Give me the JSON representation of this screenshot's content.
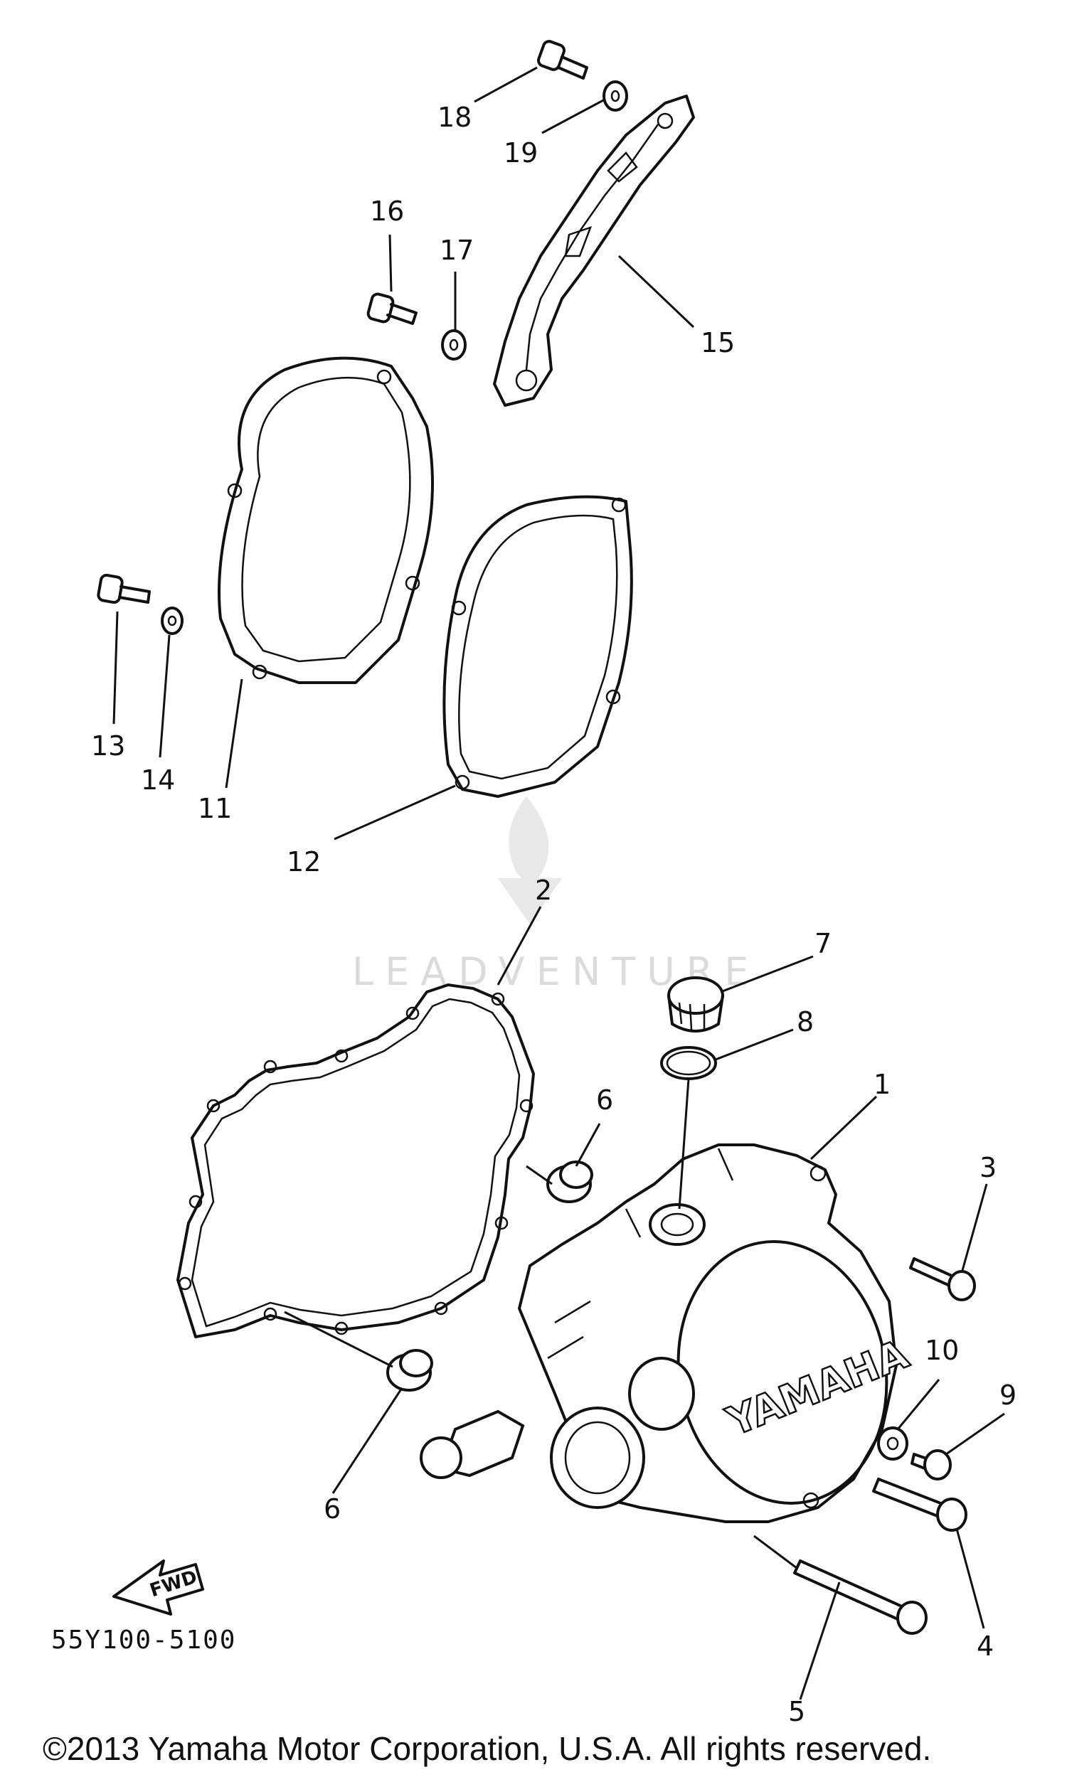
{
  "callouts": {
    "c1": "1",
    "c2": "2",
    "c3": "3",
    "c4": "4",
    "c5": "5",
    "c6a": "6",
    "c6b": "6",
    "c7": "7",
    "c8": "8",
    "c9": "9",
    "c10": "10",
    "c11": "11",
    "c12": "12",
    "c13": "13",
    "c14": "14",
    "c15": "15",
    "c16": "16",
    "c17": "17",
    "c18": "18",
    "c19": "19"
  },
  "cover_logo": "YAMAHA",
  "direction_arrow_label": "FWD",
  "diagram_code": "55Y100-5100",
  "watermark": "LEADVENTURE",
  "copyright": "©2013 Yamaha Motor Corporation, U.S.A. All rights reserved."
}
